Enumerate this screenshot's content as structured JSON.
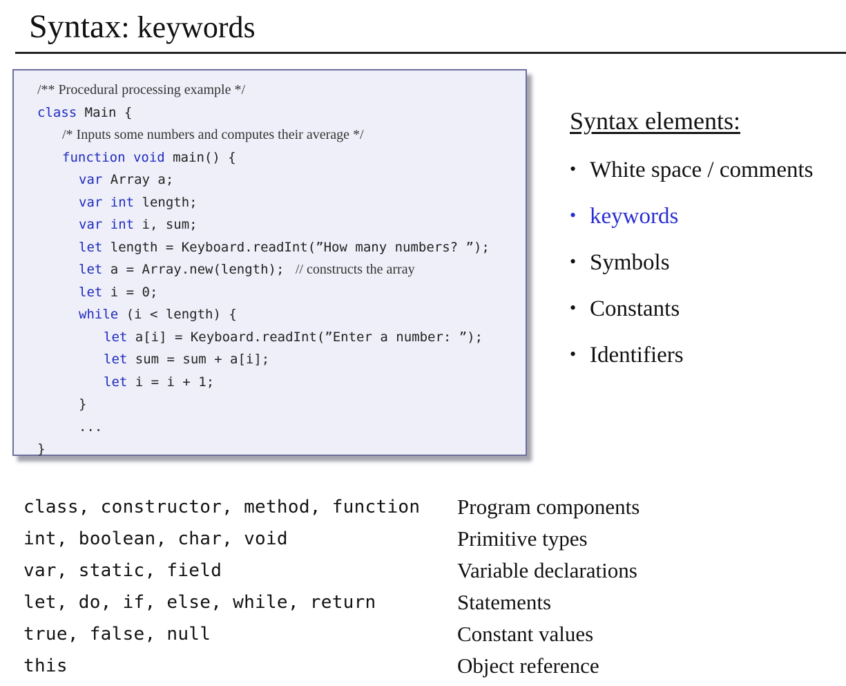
{
  "title": {
    "main": "Syntax",
    "sub": ": keywords"
  },
  "code": {
    "lines": [
      [
        {
          "t": "/** Procedural processing example */",
          "c": "cm"
        }
      ],
      [
        {
          "t": "class",
          "c": "kw"
        },
        {
          "t": " Main {"
        }
      ],
      [
        {
          "t": "/* Inputs some numbers and computes their average */",
          "c": "cm"
        }
      ],
      [
        {
          "t": "function",
          "c": "kw"
        },
        {
          "t": " "
        },
        {
          "t": "void",
          "c": "kw"
        },
        {
          "t": " main() {"
        }
      ],
      [
        {
          "t": "var",
          "c": "kw"
        },
        {
          "t": " Array a;"
        }
      ],
      [
        {
          "t": "var",
          "c": "kw"
        },
        {
          "t": " "
        },
        {
          "t": "int",
          "c": "kw"
        },
        {
          "t": " length;"
        }
      ],
      [
        {
          "t": "var",
          "c": "kw"
        },
        {
          "t": " "
        },
        {
          "t": "int",
          "c": "kw"
        },
        {
          "t": " i, sum;"
        }
      ],
      [
        {
          "t": "let",
          "c": "kw"
        },
        {
          "t": " length = Keyboard.readInt(”How many numbers? ”);"
        }
      ],
      [
        {
          "t": "let",
          "c": "kw"
        },
        {
          "t": " a = Array.new(length); "
        },
        {
          "t": " // constructs the array",
          "c": "cm"
        }
      ],
      [
        {
          "t": "let",
          "c": "kw"
        },
        {
          "t": " i = 0;"
        }
      ],
      [
        {
          "t": "while",
          "c": "kw"
        },
        {
          "t": " (i < length) {"
        }
      ],
      [
        {
          "t": "let",
          "c": "kw"
        },
        {
          "t": " a[i] = Keyboard.readInt(”Enter a number: ”);"
        }
      ],
      [
        {
          "t": "let",
          "c": "kw"
        },
        {
          "t": " sum = sum + a[i];"
        }
      ],
      [
        {
          "t": "let",
          "c": "kw"
        },
        {
          "t": " i = i + 1;"
        }
      ],
      [
        {
          "t": "}"
        }
      ],
      [
        {
          "t": "..."
        }
      ],
      [
        {
          "t": "}"
        }
      ]
    ]
  },
  "syntax_elements": {
    "heading": "Syntax elements:",
    "items": [
      {
        "label": "White space / comments",
        "active": false
      },
      {
        "label": "keywords",
        "active": true
      },
      {
        "label": "Symbols",
        "active": false
      },
      {
        "label": "Constants",
        "active": false
      },
      {
        "label": "Identifiers",
        "active": false
      }
    ]
  },
  "keyword_groups": [
    {
      "keywords": "class, constructor, method, function",
      "category": "Program components"
    },
    {
      "keywords": "int, boolean, char, void",
      "category": "Primitive types"
    },
    {
      "keywords": "var, static, field",
      "category": "Variable declarations"
    },
    {
      "keywords": "let, do, if, else, while, return",
      "category": "Statements"
    },
    {
      "keywords": "true, false, null",
      "category": "Constant values"
    },
    {
      "keywords": "this",
      "category": "Object reference"
    }
  ],
  "colors": {
    "keyword": "#1f2bbd",
    "active_item": "#2a2fd1",
    "code_bg": "#efeff9",
    "code_border": "#6b6e9c"
  }
}
